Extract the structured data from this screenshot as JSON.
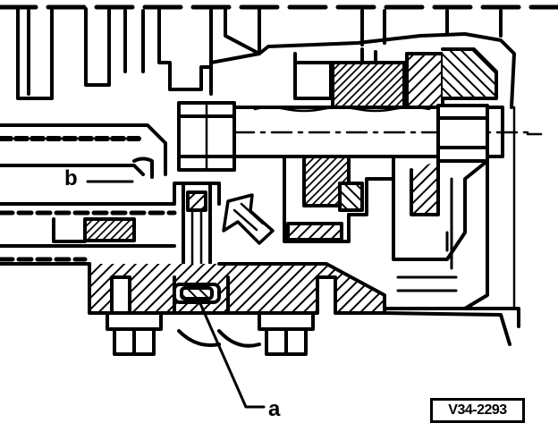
{
  "labels": {
    "b": "b",
    "a": "a"
  },
  "reference_code": "V34-2293",
  "colors": {
    "ink": "#000000",
    "paper": "#ffffff"
  }
}
